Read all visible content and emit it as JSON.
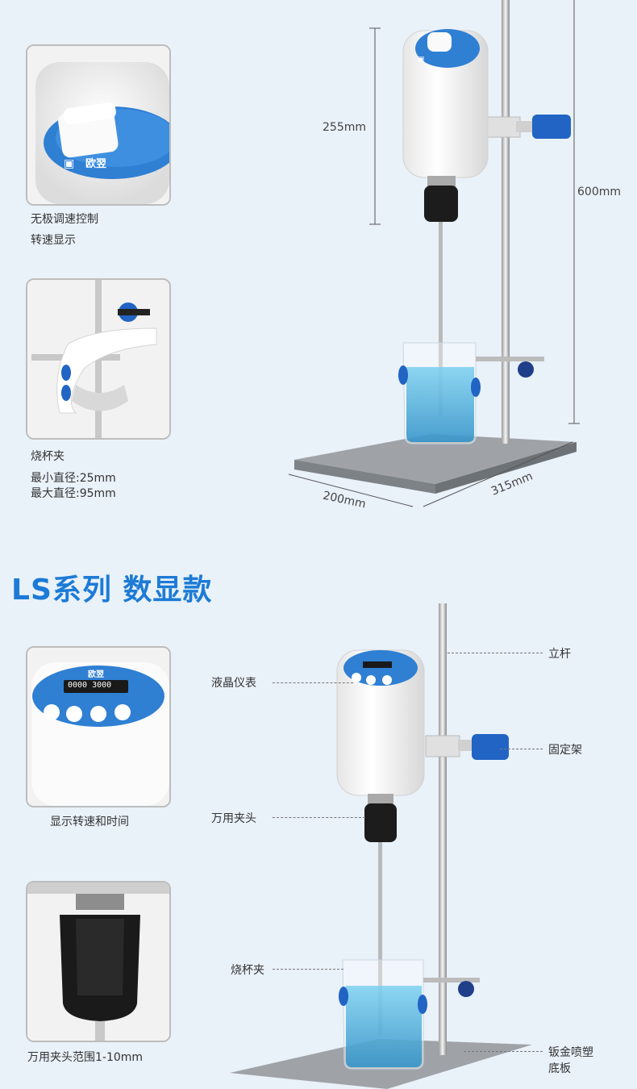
{
  "top": {
    "thumb1": {
      "captions": [
        "无极调速控制",
        "转速显示"
      ],
      "brand": "欧翌"
    },
    "thumb2": {
      "title": "烧杯夹",
      "min": "最小直径:25mm",
      "max": "最大直径:95mm"
    },
    "dims": {
      "height_head": "255mm",
      "height_total": "600mm",
      "width": "200mm",
      "depth": "315mm"
    }
  },
  "section": {
    "title": "LS系列  数显款"
  },
  "bottom": {
    "thumb3": {
      "caption": "显示转速和时间",
      "brand": "欧翌",
      "display": "0000 3000"
    },
    "thumb4": {
      "caption": "万用夹头范围1-10mm"
    },
    "callouts": {
      "rod": "立杆",
      "lcd": "液晶仪表",
      "clamp": "固定架",
      "chuck": "万用夹头",
      "beaker_clamp": "烧杯夹",
      "base_line1": "钣金喷塑",
      "base_line2": "底板"
    }
  },
  "colors": {
    "accent": "#1c7bd6",
    "knob_blue": "#2164c4",
    "liquid": "#4fb3d9",
    "background": "#e9f1f9"
  }
}
